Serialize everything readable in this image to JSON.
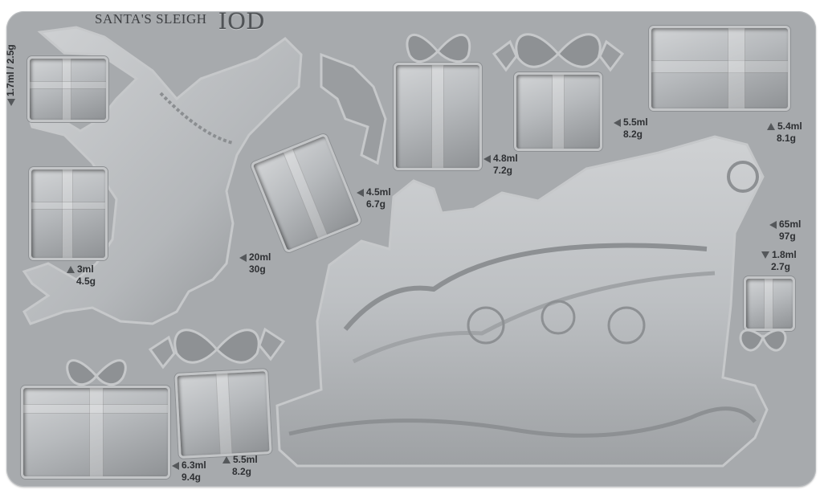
{
  "product": {
    "title": "SANTA'S SLEIGH",
    "brand": "IOD",
    "colors": {
      "mold_surface": "#a7aaad",
      "cavity_light": "#d2d4d6",
      "cavity_dark": "#8f9295",
      "label_text": "#2e3033",
      "marker": "#55585b"
    }
  },
  "cavities": [
    {
      "name": "small-gift-top-left",
      "volume": "1.7ml / 2.5g",
      "marker": "down-rotated"
    },
    {
      "name": "small-gift-left-middle",
      "volume": "3ml",
      "weight": "4.5g",
      "marker": "up"
    },
    {
      "name": "reindeer",
      "volume": "20ml",
      "weight": "30g",
      "marker": "left"
    },
    {
      "name": "tilted-gift",
      "volume": "4.5ml",
      "weight": "6.7g",
      "marker": "left"
    },
    {
      "name": "tall-gift",
      "volume": "4.8ml",
      "weight": "7.2g",
      "marker": "left"
    },
    {
      "name": "holly-gift-top",
      "volume": "5.5ml",
      "weight": "8.2g",
      "marker": "left"
    },
    {
      "name": "wide-gift-top-right",
      "volume": "5.4ml",
      "weight": "8.1g",
      "marker": "up"
    },
    {
      "name": "santa-sleigh",
      "volume": "65ml",
      "weight": "97g",
      "marker": "left"
    },
    {
      "name": "small-gift-right",
      "volume": "1.8ml",
      "weight": "2.7g",
      "marker": "down"
    },
    {
      "name": "wide-gift-bottom-left",
      "volume": "6.3ml",
      "weight": "9.4g",
      "marker": "left"
    },
    {
      "name": "holly-gift-bottom",
      "volume": "5.5ml",
      "weight": "8.2g",
      "marker": "up"
    }
  ]
}
